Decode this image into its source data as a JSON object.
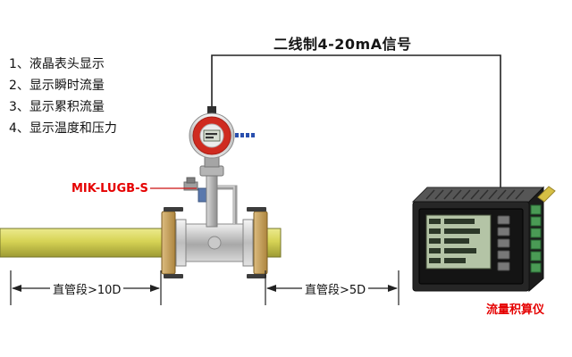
{
  "signal": {
    "label": "二线制4-20mA信号"
  },
  "features": {
    "items": [
      "1、液晶表头显示",
      "2、显示瞬时流量",
      "3、显示累积流量",
      "4、显示温度和压力"
    ]
  },
  "flowmeter": {
    "model_label": "MIK-LUGB-S"
  },
  "dimensions": {
    "upstream": "直管段>10D",
    "downstream": "直管段>5D"
  },
  "totalizer": {
    "label": "流量积算仪"
  },
  "colors": {
    "pipe_yellow": "#d6d355",
    "flange_tan": "#c49b58",
    "head_red": "#cf2b20",
    "label_red": "#e50000",
    "lcd_green": "#b4c4a6",
    "device_dark": "#262626",
    "wire_black": "#222222"
  }
}
